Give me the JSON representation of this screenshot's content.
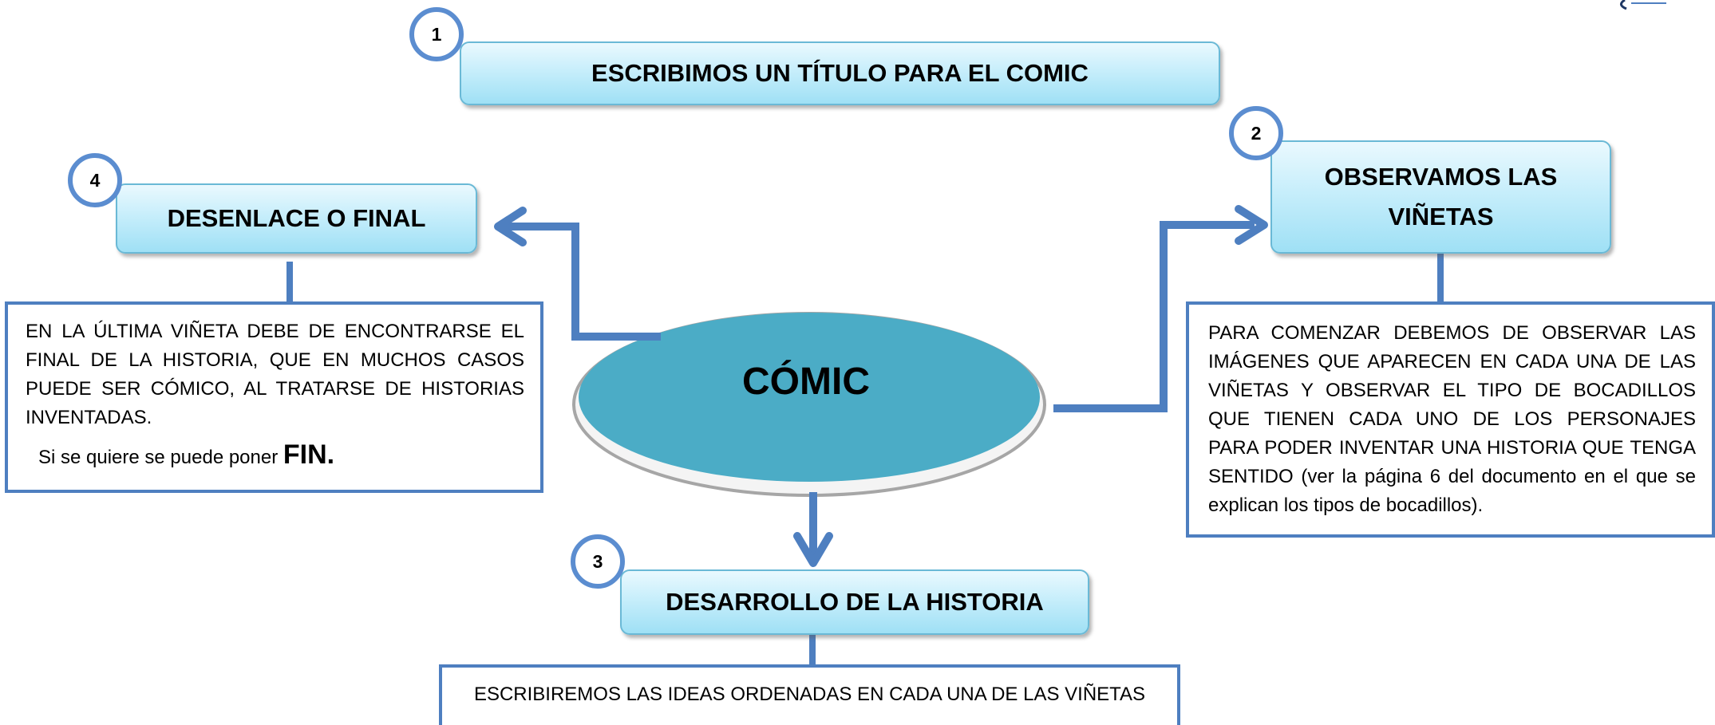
{
  "diagram": {
    "center": {
      "label": "CÓMIC"
    },
    "steps": [
      {
        "number": "1",
        "title": "ESCRIBIMOS UN TÍTULO PARA EL COMIC"
      },
      {
        "number": "2",
        "title_line1": "OBSERVAMOS LAS",
        "title_line2": "VIÑETAS",
        "description": "PARA COMENZAR DEBEMOS DE OBSERVAR LAS IMÁGENES QUE APARECEN EN CADA UNA DE LAS VIÑETAS Y OBSERVAR EL TIPO DE BOCADILLOS QUE TIENEN CADA UNO DE LOS PERSONAJES PARA PODER INVENTAR UNA HISTORIA QUE TENGA SENTIDO (ver la página 6 del  documento en el que se explican los tipos de bocadillos)."
      },
      {
        "number": "3",
        "title": "DESARROLLO DE LA HISTORIA",
        "description": "ESCRIBIREMOS LAS IDEAS ORDENADAS EN CADA UNA DE LAS VIÑETAS"
      },
      {
        "number": "4",
        "title": "DESENLACE O FINAL",
        "description": "EN LA ÚLTIMA VIÑETA DEBE DE ENCONTRARSE EL FINAL DE LA HISTORIA, QUE EN MUCHOS CASOS PUEDE SER CÓMICO, AL TRATARSE DE HISTORIAS INVENTADAS.",
        "note_prefix": "Si se quiere se puede poner ",
        "note_emphasis": "FIN."
      }
    ],
    "colors": {
      "connector": "#4e7fc0",
      "ellipse_fill": "#4bacc6",
      "box_gradient_top": "#eaf9fe",
      "box_gradient_bottom": "#9fe0f5",
      "badge_ring": "#5b8dd0"
    }
  }
}
